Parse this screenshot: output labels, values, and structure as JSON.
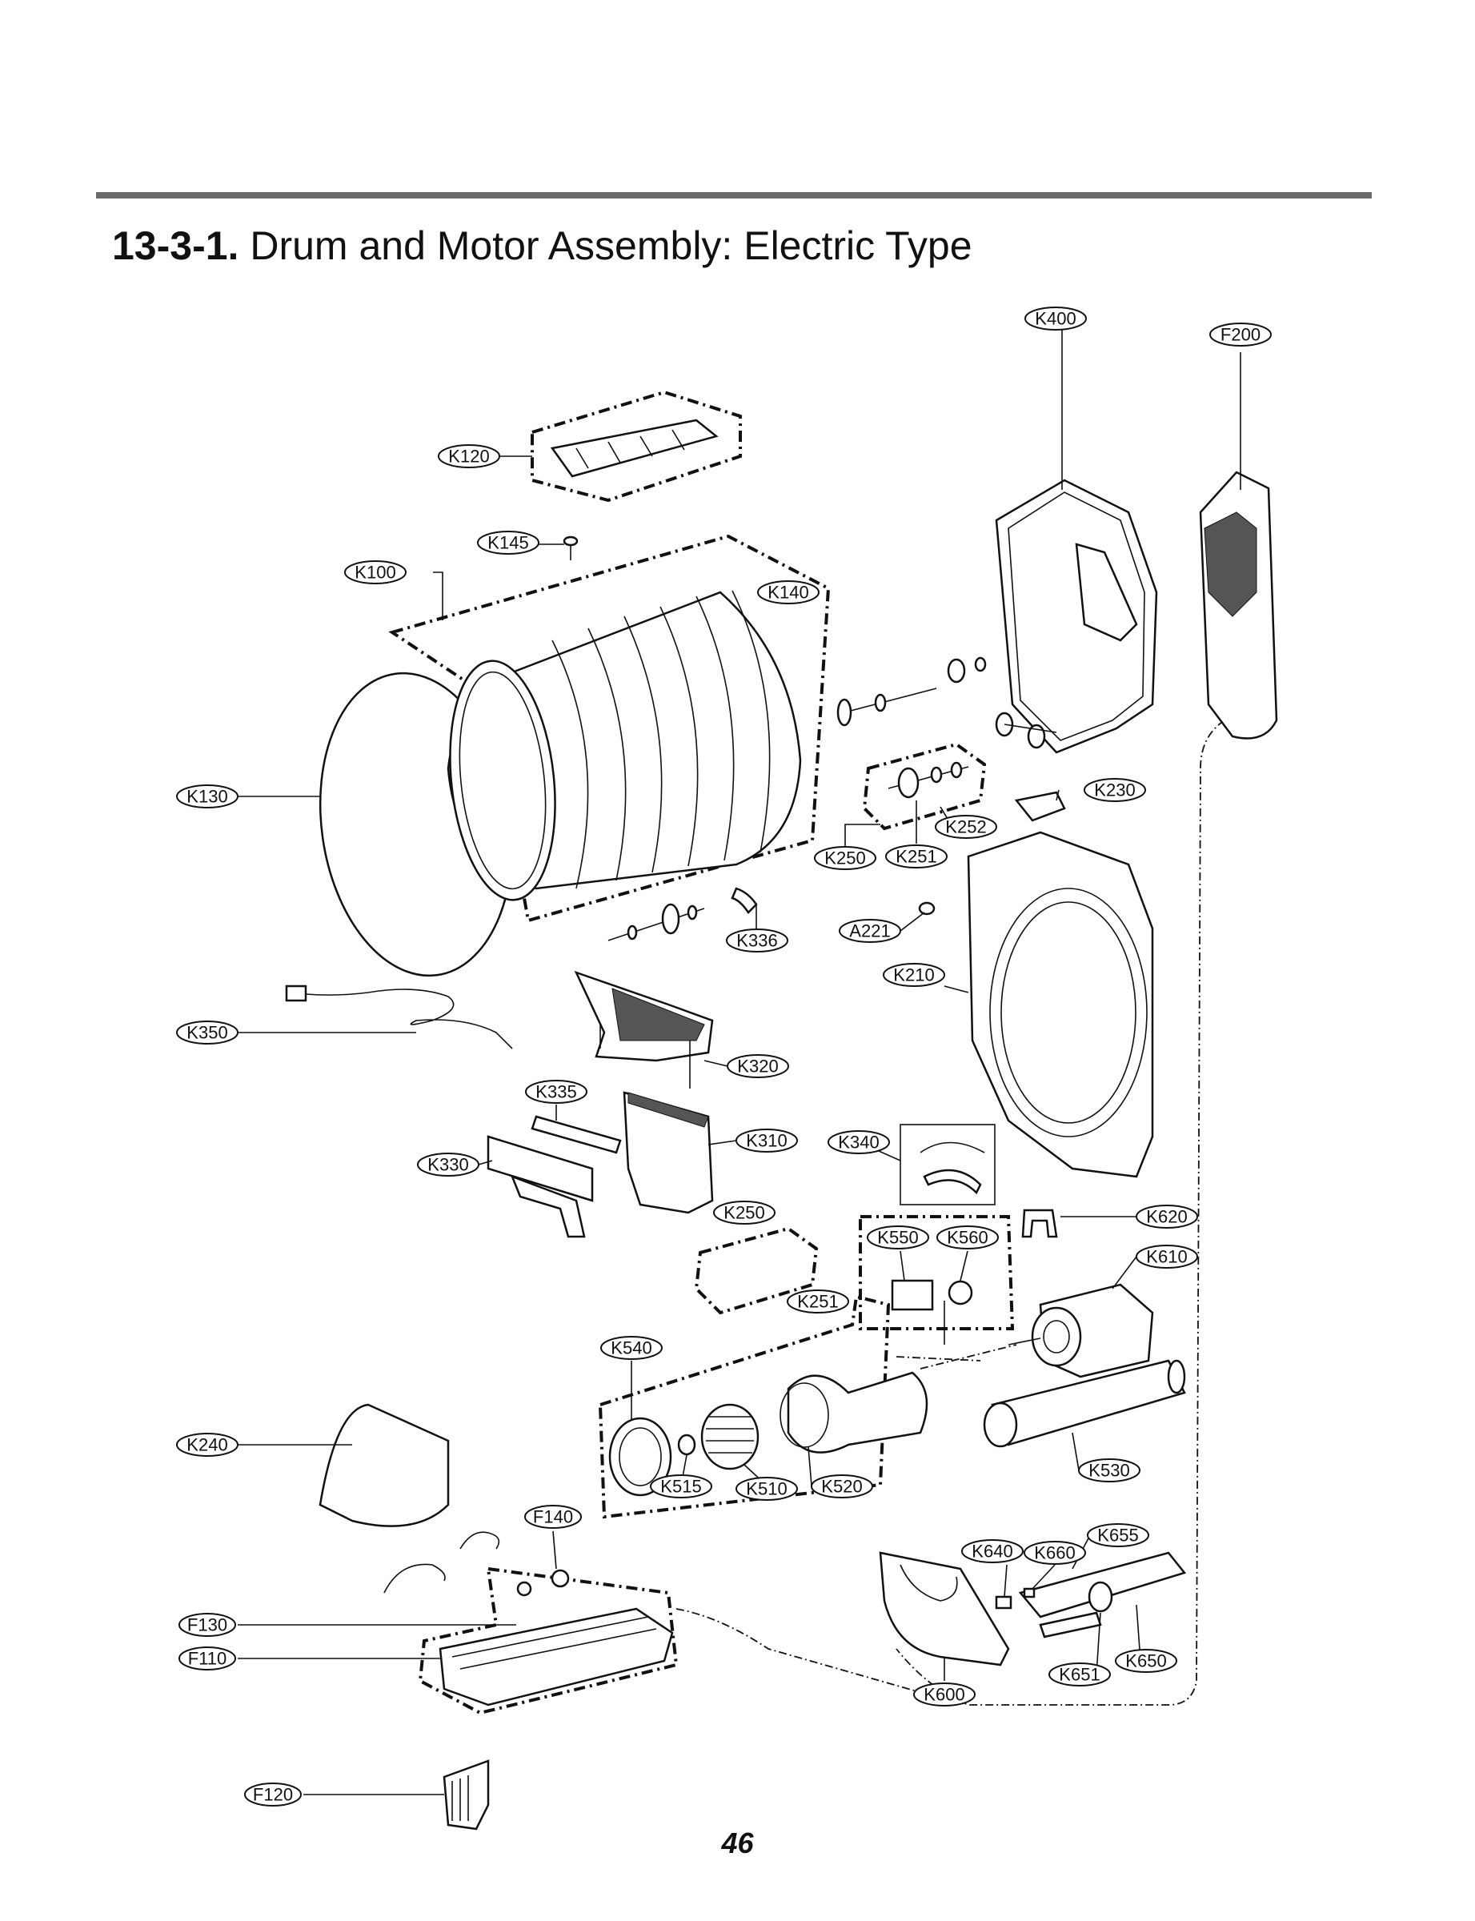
{
  "header": {
    "section_number": "13-3-1.",
    "title": "Drum and Motor Assembly: Electric Type"
  },
  "page_number": "46",
  "callouts": {
    "K400": "K400",
    "F200": "F200",
    "K120": "K120",
    "K145": "K145",
    "K100": "K100",
    "K140": "K140",
    "K130": "K130",
    "K230": "K230",
    "K252": "K252",
    "K250": "K250",
    "K251": "K251",
    "K336": "K336",
    "A221": "A221",
    "K210": "K210",
    "K350": "K350",
    "K320": "K320",
    "K335": "K335",
    "K310": "K310",
    "K340": "K340",
    "K330": "K330",
    "K620": "K620",
    "K550": "K550",
    "K560": "K560",
    "K610": "K610",
    "K540": "K540",
    "K240": "K240",
    "K530": "K530",
    "K515": "K515",
    "K510": "K510",
    "K520": "K520",
    "F140": "F140",
    "K655": "K655",
    "K640": "K640",
    "K660": "K660",
    "F130": "F130",
    "F110": "F110",
    "K651": "K651",
    "K650": "K650",
    "K600": "K600",
    "F120": "F120"
  }
}
